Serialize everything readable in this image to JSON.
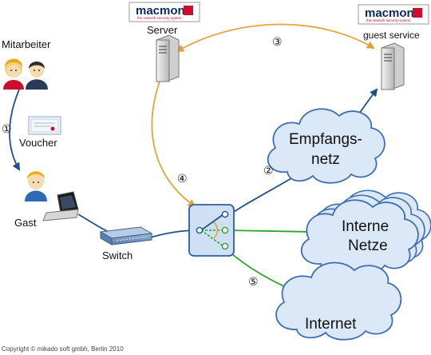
{
  "labels": {
    "mitarbeiter": "Mitarbeiter",
    "voucher": "Voucher",
    "gast": "Gast",
    "switch": "Switch",
    "server": "Server",
    "guest_service": "guest service",
    "empfangsnetz_line1": "Empfangs-",
    "empfangsnetz_line2": "netz",
    "interne_line1": "Interne",
    "interne_line2": "Netze",
    "internet": "Internet",
    "copyright": "Copyright © mikado soft gmbh, Berlin 2010"
  },
  "logo": {
    "brand": "macmon",
    "tagline": "the network security system"
  },
  "steps": [
    "①",
    "②",
    "③",
    "④",
    "⑤"
  ],
  "colors": {
    "blue_line": "#1f4e8c",
    "orange_line": "#e3a33a",
    "green_line": "#2aa52a",
    "cloud_fill": "#dbe8f7",
    "cloud_stroke": "#3d6fb0",
    "logo_red": "#c8102e",
    "logo_navy": "#0c2a5c"
  }
}
